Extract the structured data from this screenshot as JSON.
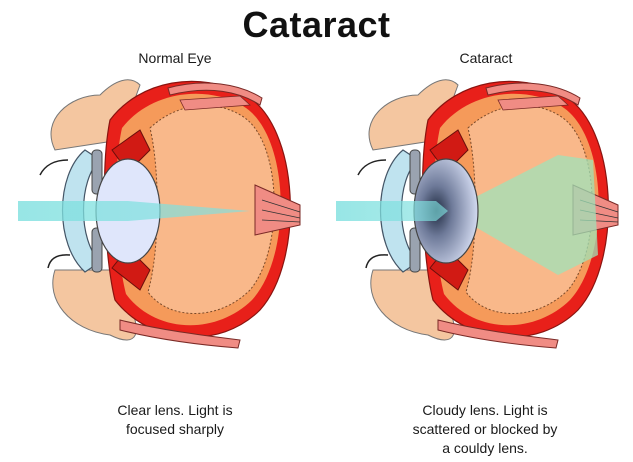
{
  "title": "Cataract",
  "panels": [
    {
      "label": "Normal Eye",
      "caption": [
        "Clear lens. Light is",
        "focused sharply"
      ]
    },
    {
      "label": "Cataract",
      "caption": [
        "Cloudy lens. Light is",
        "scattered or blocked by",
        "a couldy lens."
      ]
    }
  ],
  "colors": {
    "sclera": "#e8201a",
    "vitreous": "#f9b88a",
    "choroid": "#f59a5a",
    "cornea": "#bfe3ef",
    "lens_clear": "#dfe6fb",
    "light_beam": "#7fe0df",
    "scatter_cone": "#9fe3b8",
    "iris": "#9aa3b0",
    "muscle": "#f08c84"
  }
}
